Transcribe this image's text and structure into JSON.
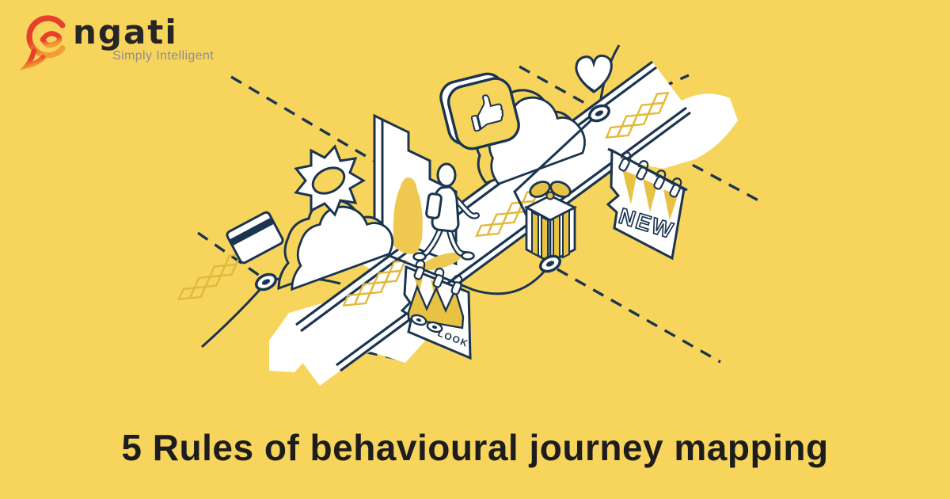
{
  "page": {
    "background_color": "#F7D45C"
  },
  "logo": {
    "icon": "engati-chat-bubble-e-icon",
    "brand_suffix": "ngati",
    "tagline": "Simply Intelligent",
    "brand_color": "#262626",
    "tagline_color": "#8D8D8D",
    "icon_red": "#E6402C",
    "icon_orange": "#F59B31"
  },
  "title": {
    "text": "5 Rules of behavioural journey mapping",
    "color": "#1D1D1D"
  },
  "illustration": {
    "line_color": "#1B3550",
    "fill_color": "#FFFFFF",
    "accent_gold": "#E8C243",
    "shadow_gold": "#EFC94F",
    "new_sign_label": "NEW",
    "look_sign_label": "LOOK",
    "icons": [
      "journey-road-icon",
      "walking-person-icon",
      "stepped-wall-icon",
      "thumbs-up-badge-icon",
      "cloud-icon",
      "heart-icon",
      "sun-icon",
      "credit-card-icon",
      "gift-box-icon",
      "new-sign-icon",
      "look-sign-icon",
      "journey-node-icon",
      "dashed-guide-line"
    ]
  }
}
